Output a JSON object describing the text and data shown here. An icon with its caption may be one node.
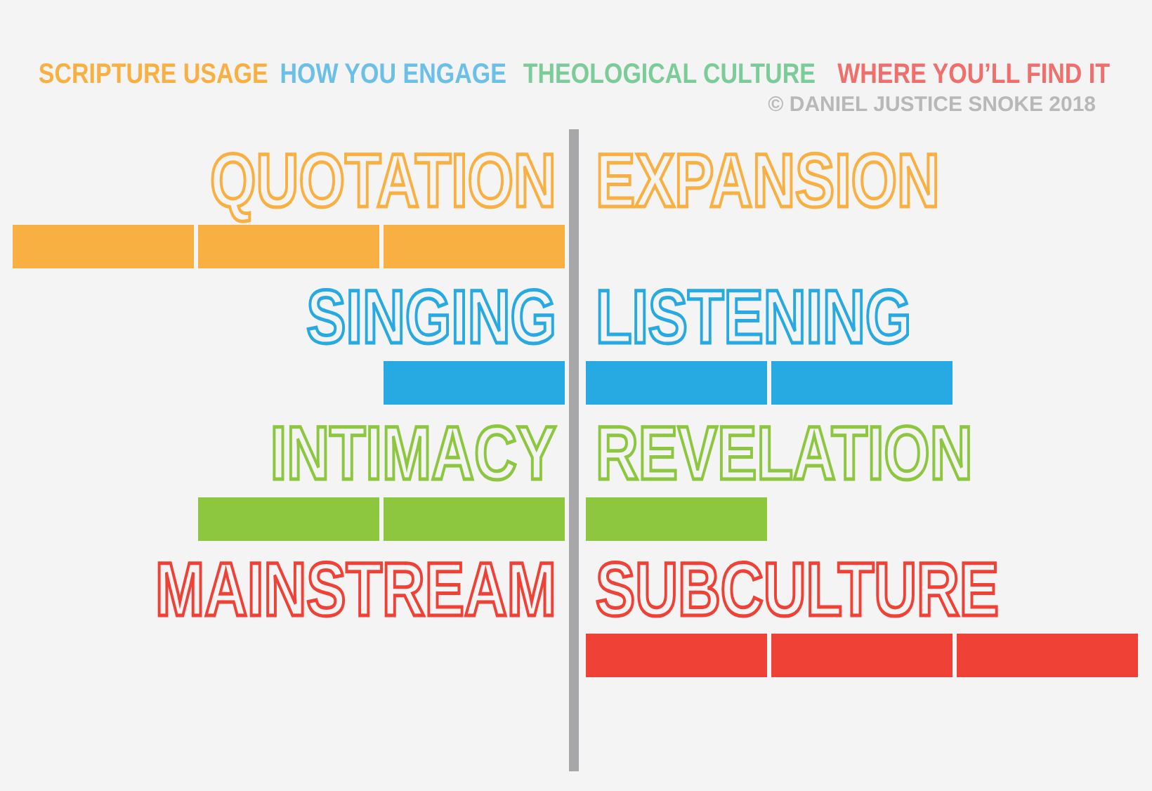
{
  "diagram": {
    "labels": [
      "SCRIPTURE USAGE",
      "HOW YOU ENGAGE",
      "THEOLOGICAL CULTURE",
      "WHERE YOU’LL FIND IT",
      "© DANIEL JUSTICE SNOKE 2018",
      "QUOTATION",
      "EXPANSION",
      "SINGING",
      "LISTENING",
      "INTIMACY",
      "REVELATION",
      "MAINSTREAM",
      "SUBCULTURE"
    ],
    "nodes": [
      {
        "text": [],
        "shape": "bar"
      },
      {
        "text": [],
        "shape": "bar"
      },
      {
        "text": [],
        "shape": "bar"
      },
      {
        "text": [],
        "shape": "bar"
      },
      {
        "text": [],
        "shape": "bar"
      },
      {
        "text": [],
        "shape": "bar"
      },
      {
        "text": [],
        "shape": "bar"
      },
      {
        "text": [],
        "shape": "bar"
      },
      {
        "text": [],
        "shape": "bar"
      },
      {
        "text": [],
        "shape": "bar"
      },
      {
        "text": [],
        "shape": "bar"
      },
      {
        "text": [],
        "shape": "bar"
      }
    ]
  }
}
